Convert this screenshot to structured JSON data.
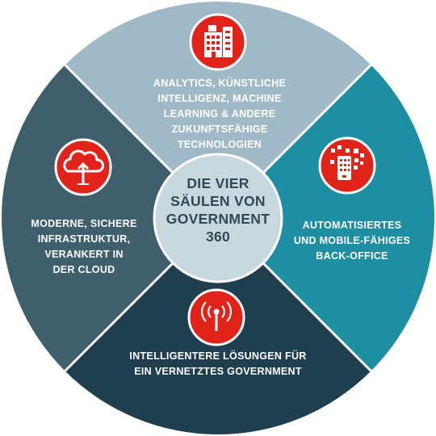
{
  "center": {
    "title": "DIE VIER\nSÄULEN VON\nGOVERNMENT\n360"
  },
  "segments": {
    "top": {
      "label": "ANALYTICS, KÜNSTLICHE\nINTELLIGENZ, MACHINE\nLEARNING & ANDERE\nZUKUNFTSFÄHIGE\nTECHNOLOGIEN",
      "icon": "building-icon"
    },
    "right": {
      "label": "AUTOMATISIERTES\nUND MOBILE-FÄHIGES\nBACK-OFFICE",
      "icon": "mobile-apps-icon"
    },
    "bottom": {
      "label": "INTELLIGENTERE LÖSUNGEN FÜR\nEIN VERNETZTES GOVERNMENT",
      "icon": "antenna-icon"
    },
    "left": {
      "label": "MODERNE, SICHERE\nINFRASTRUKTUR,\nVERANKERT IN\nDER CLOUD",
      "icon": "cloud-upload-icon"
    }
  },
  "colors": {
    "top": "#9fb9c6",
    "right": "#1e8ea3",
    "bottom": "#1f3e4e",
    "left": "#3f5f6c",
    "center": "#c8d8df",
    "icon_red": "#e2231a"
  }
}
